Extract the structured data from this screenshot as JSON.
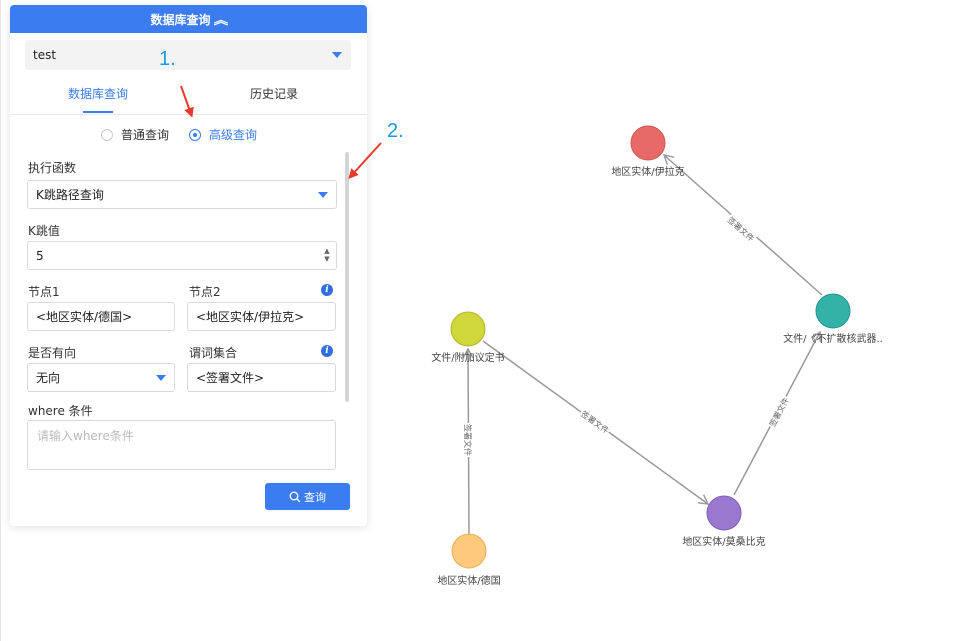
{
  "panel": {
    "header_title": "数据库查询",
    "collapse_icon": "chevron-up-double-icon",
    "database_select": "test",
    "tabs": [
      "数据库查询",
      "历史记录"
    ],
    "active_tab": "数据库查询",
    "query_modes": [
      "普通查询",
      "高级查询"
    ],
    "selected_mode": "高级查询",
    "fields": {
      "function_label": "执行函数",
      "function_value": "K跳路径查询",
      "k_label": "K跳值",
      "k_value": "5",
      "node1_label": "节点1",
      "node1_value": "<地区实体/德国>",
      "node2_label": "节点2",
      "node2_value": "<地区实体/伊拉克>",
      "directed_label": "是否有向",
      "directed_value": "无向",
      "predicate_label": "谓词集合",
      "predicate_value": "<签署文件>",
      "where_label": "where 条件",
      "where_placeholder": "请输入where条件"
    },
    "query_button": "查询",
    "accent_color": "#3b7cf0"
  },
  "annotations": {
    "step1": "1.",
    "step2": "2.",
    "arrow_color": "#e8392b",
    "number_color": "#1a9ae0"
  },
  "graph": {
    "nodes": [
      {
        "id": "iraq",
        "label": "地区实体/伊拉克",
        "color": "#e86a67"
      },
      {
        "id": "npt",
        "label": "文件/《不扩散核武器..",
        "color": "#33b3a8"
      },
      {
        "id": "protocol",
        "label": "文件/附加议定书",
        "color": "#cfd73a"
      },
      {
        "id": "mozambique",
        "label": "地区实体/莫桑比克",
        "color": "#9a78d0"
      },
      {
        "id": "germany",
        "label": "地区实体/德国",
        "color": "#fdc97a"
      }
    ],
    "edges": [
      {
        "from": "npt",
        "to": "iraq",
        "label": "签署文件"
      },
      {
        "from": "protocol",
        "to": "mozambique",
        "label": "签署文件"
      },
      {
        "from": "mozambique",
        "to": "npt",
        "label": "签署文件"
      },
      {
        "from": "germany",
        "to": "protocol",
        "label": "签署文件"
      }
    ]
  }
}
